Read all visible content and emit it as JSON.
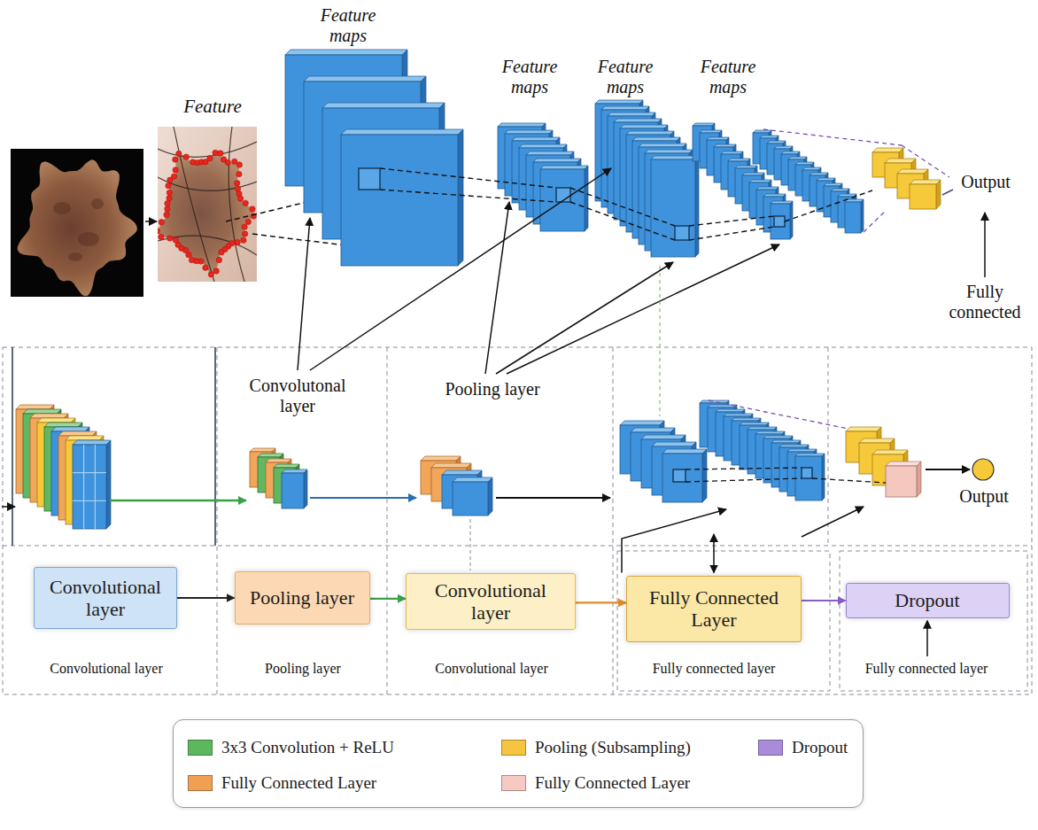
{
  "diagram": {
    "nodes": [
      {
        "text": [
          "Convolutional layer"
        ]
      },
      {
        "text": [
          "Pooling layer"
        ]
      },
      {
        "text": [
          "Convolutional layer"
        ]
      },
      {
        "text": [
          "Fully Connected Layer"
        ]
      },
      {
        "text": [
          "Dropout"
        ]
      }
    ],
    "edges": [
      {
        "from": 0,
        "to": 1,
        "arrow": "to"
      },
      {
        "from": 1,
        "to": 2,
        "arrow": "to"
      },
      {
        "from": 2,
        "to": 3,
        "arrow": "to"
      },
      {
        "from": 3,
        "to": 4,
        "arrow": "to"
      }
    ],
    "labels": [
      "Feature",
      "Feature maps",
      "Feature maps",
      "Feature maps",
      "Feature maps",
      "Output",
      "Fully connected",
      "Convolutonal layer",
      "Pooling layer",
      "Output",
      "Convolutional layer",
      "Pooling layer",
      "Convolutional layer",
      "Fully connected layer",
      "Fully connected layer"
    ],
    "legend": [
      {
        "text": "3x3 Convolution + ReLU",
        "color": "#5cb85c"
      },
      {
        "text": "Pooling (Subsampling)",
        "color": "#f5c542"
      },
      {
        "text": "Dropout",
        "color": "#a98bdc"
      },
      {
        "text": "Fully Connected Layer",
        "color": "#f0a055"
      },
      {
        "text": "Fully Connected Layer",
        "color": "#f6c9c2"
      }
    ]
  }
}
